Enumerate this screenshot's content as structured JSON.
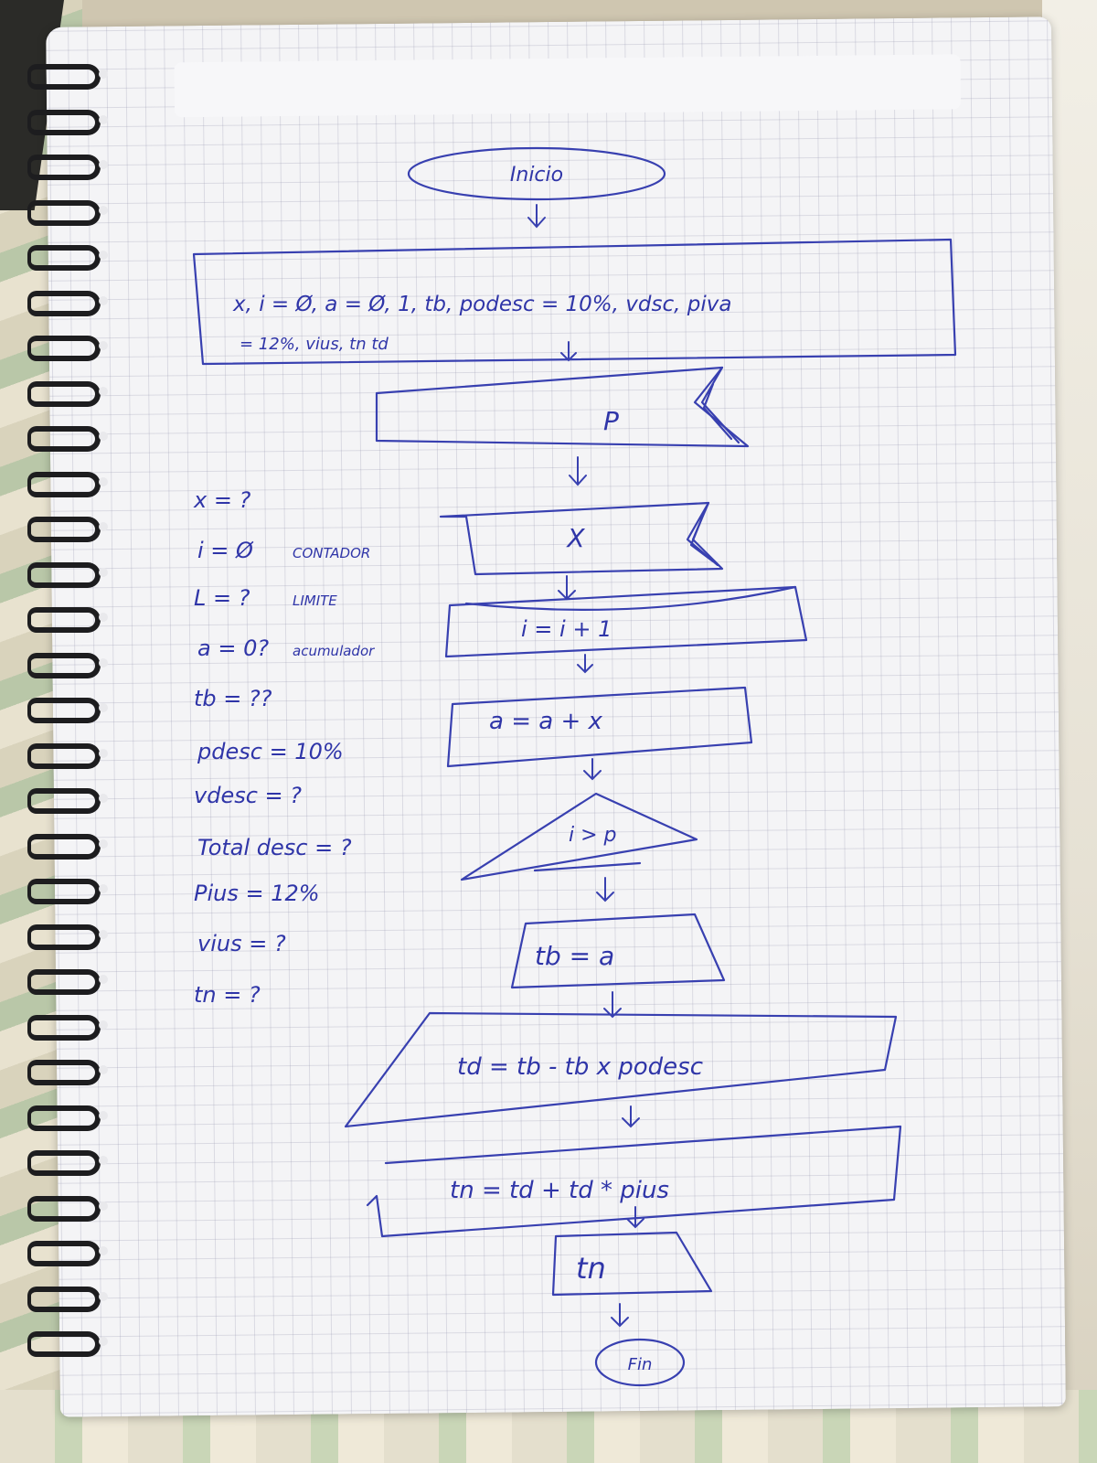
{
  "flowchart": {
    "start_label": "Inicio",
    "declarations_line1": "x, i = Ø, a = Ø, 1, tb, podesc = 10%, vdsc, piva",
    "declarations_line2": "= 12%, vius, tn td",
    "read_p": "P",
    "read_x": "X",
    "loop_increment": "i = i + 1",
    "accumulate": "a = a + x",
    "decision": "i > p",
    "assign_tb": "tb = a",
    "compute_td": "td = tb - tb x podesc",
    "compute_tn": "tn = td + td * pius",
    "output_tn": "tn",
    "end_label": "Fin"
  },
  "variables": [
    {
      "label": "x = ?",
      "note": ""
    },
    {
      "label": "i = Ø",
      "note": "CONTADOR"
    },
    {
      "label": "L = ?",
      "note": "LIMITE"
    },
    {
      "label": "a = 0?",
      "note": "acumulador"
    },
    {
      "label": "tb = ??",
      "note": ""
    },
    {
      "label": "pdesc = 10%",
      "note": ""
    },
    {
      "label": "vdesc = ?",
      "note": ""
    },
    {
      "label": "Total desc = ?",
      "note": ""
    },
    {
      "label": "Pius = 12%",
      "note": ""
    },
    {
      "label": "vius = ?",
      "note": ""
    },
    {
      "label": "tn = ?",
      "note": ""
    }
  ],
  "colors": {
    "ink": "#3840b0",
    "paper": "#f4f4f6",
    "grid": "#9696af",
    "spiral": "#1d1d1f"
  }
}
